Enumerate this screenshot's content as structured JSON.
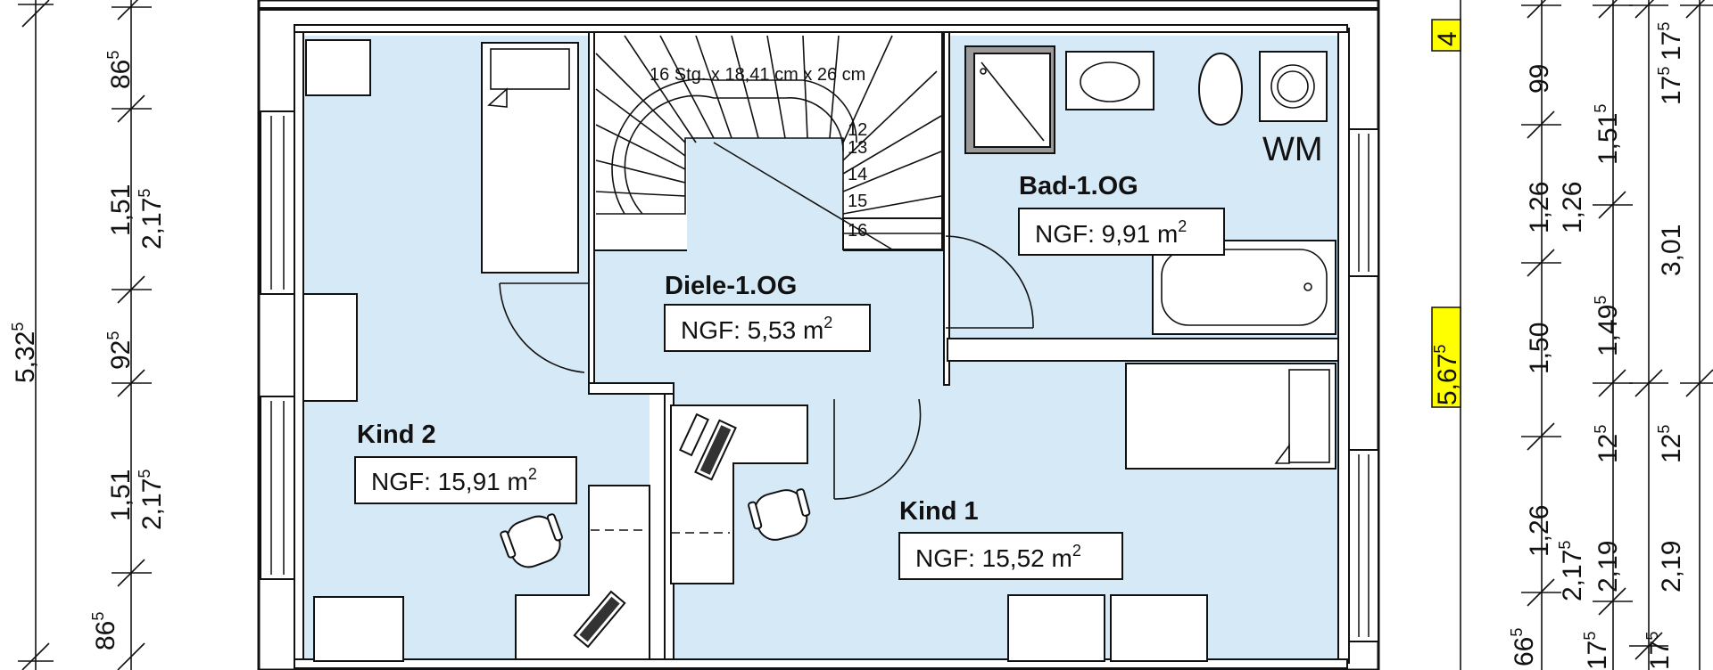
{
  "rooms": {
    "kind2": {
      "name": "Kind 2",
      "area_label": "NGF: 15,91 m",
      "area_sup": "2"
    },
    "diele": {
      "name": "Diele-1.OG",
      "area_label": "NGF: 5,53 m",
      "area_sup": "2"
    },
    "bad": {
      "name": "Bad-1.OG",
      "area_label": "NGF: 9,91 m",
      "area_sup": "2"
    },
    "kind1": {
      "name": "Kind 1",
      "area_label": "NGF: 15,52 m",
      "area_sup": "2"
    }
  },
  "stair": {
    "spec": "16 Stg. x 18,41 cm x 26 cm",
    "steps": [
      "12",
      "13",
      "14",
      "15",
      "16"
    ]
  },
  "fixtures": {
    "washer": "WM"
  },
  "dimensions": {
    "left_outer": {
      "main": "5,32",
      "sup": "5"
    },
    "left_inner": [
      {
        "main": "86",
        "sup": "5"
      },
      {
        "main": "1,51",
        "sup": ""
      },
      {
        "main": "92",
        "sup": "5"
      },
      {
        "main": "1,51",
        "sup": ""
      },
      {
        "main": "86",
        "sup": "5"
      }
    ],
    "left_inner2": [
      {
        "main": "2,17",
        "sup": "5"
      },
      {
        "main": "2,17",
        "sup": "5"
      }
    ],
    "right_marker_top": "4",
    "right_marker_mid": {
      "main": "5,67",
      "sup": "5"
    },
    "right_col1": [
      {
        "main": "99",
        "sup": ""
      },
      {
        "main": "1,26",
        "sup": ""
      },
      {
        "main": "1,50",
        "sup": ""
      },
      {
        "main": "1,26",
        "sup": ""
      },
      {
        "main": "66",
        "sup": "5"
      }
    ],
    "right_col2": [
      {
        "main": "1,26",
        "sup": ""
      },
      {
        "main": "1,49",
        "sup": "5"
      },
      {
        "main": "12",
        "sup": "5"
      },
      {
        "main": "2,17",
        "sup": "5"
      },
      {
        "main": "2,19",
        "sup": ""
      },
      {
        "main": "17",
        "sup": "5"
      }
    ],
    "right_col3": [
      {
        "main": "1,51",
        "sup": "5"
      },
      {
        "main": "3,01",
        "sup": ""
      },
      {
        "main": "12",
        "sup": "5"
      },
      {
        "main": "2,19",
        "sup": ""
      },
      {
        "main": "17",
        "sup": "5"
      }
    ],
    "right_col4": [
      {
        "main": "17",
        "sup": "5"
      },
      {
        "main": "17",
        "sup": "5"
      }
    ]
  },
  "colors": {
    "room_fill": "#d6e9f6",
    "marker_fill": "#ffff00",
    "wall": "#111111"
  }
}
